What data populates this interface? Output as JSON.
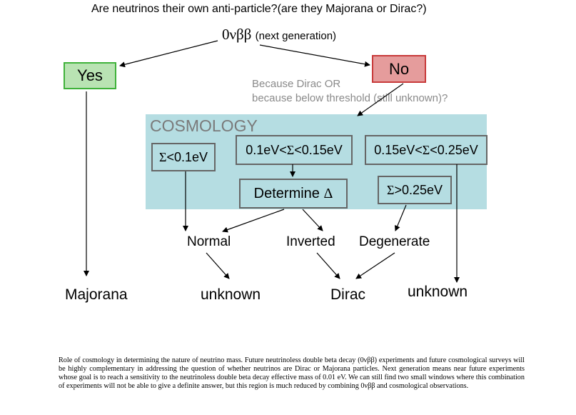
{
  "title": "Are neutrinos their own anti-particle?(are they Majorana or Dirac?)",
  "process": {
    "symbol": "0νββ",
    "note": "(next generation)"
  },
  "yes_label": "Yes",
  "no_label": "No",
  "no_reason": {
    "line1": "Because Dirac  OR",
    "line2": "because below threshold (still unknown)?"
  },
  "cosmology": {
    "label": "COSMOLOGY",
    "box_lt01": {
      "sym": "Σ",
      "rest": "<0.1eV"
    },
    "box_mid": {
      "pre": "0.1eV<",
      "sym": "Σ",
      "rest": "<0.15eV"
    },
    "box_right": {
      "pre": "0.15eV<",
      "sym": "Σ",
      "rest": "<0.25eV"
    },
    "box_determine": {
      "text": "Determine ",
      "sym": "Δ"
    },
    "box_gt025": {
      "sym": "Σ",
      "rest": ">0.25eV"
    }
  },
  "hierarchy": {
    "normal": "Normal",
    "inverted": "Inverted",
    "degenerate": "Degenerate"
  },
  "outcomes": {
    "majorana": "Majorana",
    "unknown_left": "unknown",
    "dirac": "Dirac",
    "unknown_right": "unknown"
  },
  "caption": "Role of cosmology in determining the nature of neutrino mass. Future neutrinoless double beta decay (0νββ) experiments and future cosmological surveys will be highly complementary in addressing the question of whether neutrinos are Dirac or Majorana particles. Next generation means near future experiments whose goal is to reach a sensitivity to the neutrinoless double beta decay effective mass of 0.01 eV. We can still find two small windows where this combination of experiments will not be able to give a definite answer, but this region is much reduced by combining 0νββ and cosmological observations.",
  "colors": {
    "yes_fill": "#b9e3b3",
    "yes_border": "#3fb23a",
    "no_fill": "#e59c9c",
    "no_border": "#c83a3a",
    "cosmology_panel": "#b5dde2",
    "grey_text": "#8a8a8a"
  }
}
